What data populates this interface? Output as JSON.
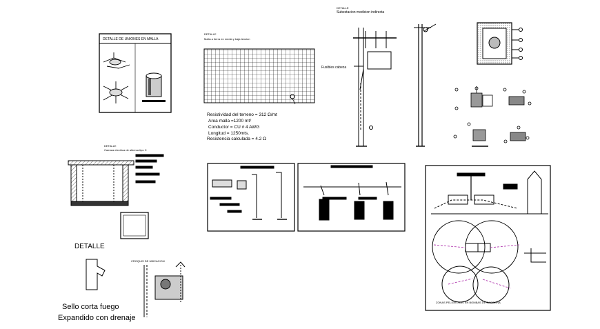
{
  "unions": {
    "header": "DETALLE DE UNIONES EN MALLA"
  },
  "mesh": {
    "detail": "DETALLE",
    "subtitle": "Malla a tierra en media y baja tension",
    "specs": [
      "Resistividad del terreno = 312 Ω/mt",
      "Area malla =1200 mt²",
      "Conductor = CU # 4 AWG",
      "Longitud = 1250mts.",
      "Resistencia calculada = 4.2 Ω"
    ]
  },
  "substation": {
    "detail": "DETALLE",
    "subtitle": "Subestacion medicion indirecta",
    "fuses": "Fusibles cabeza"
  },
  "pit": {
    "detail": "DETALLE",
    "subtitle": "Camara electrica de alberca tipo C"
  },
  "seal": {
    "detail": "DETALLE",
    "line1": "Sello corta fuego",
    "line2": "Expandido con drenaje",
    "location_label": "CROQUIS DE UBICACION"
  },
  "gas": {
    "caption": "ZONAS PELIGROSAS EN BOMBAS DE GASOLINA"
  },
  "colors": {
    "line": "#000000",
    "hazard": "#b23bb0"
  }
}
